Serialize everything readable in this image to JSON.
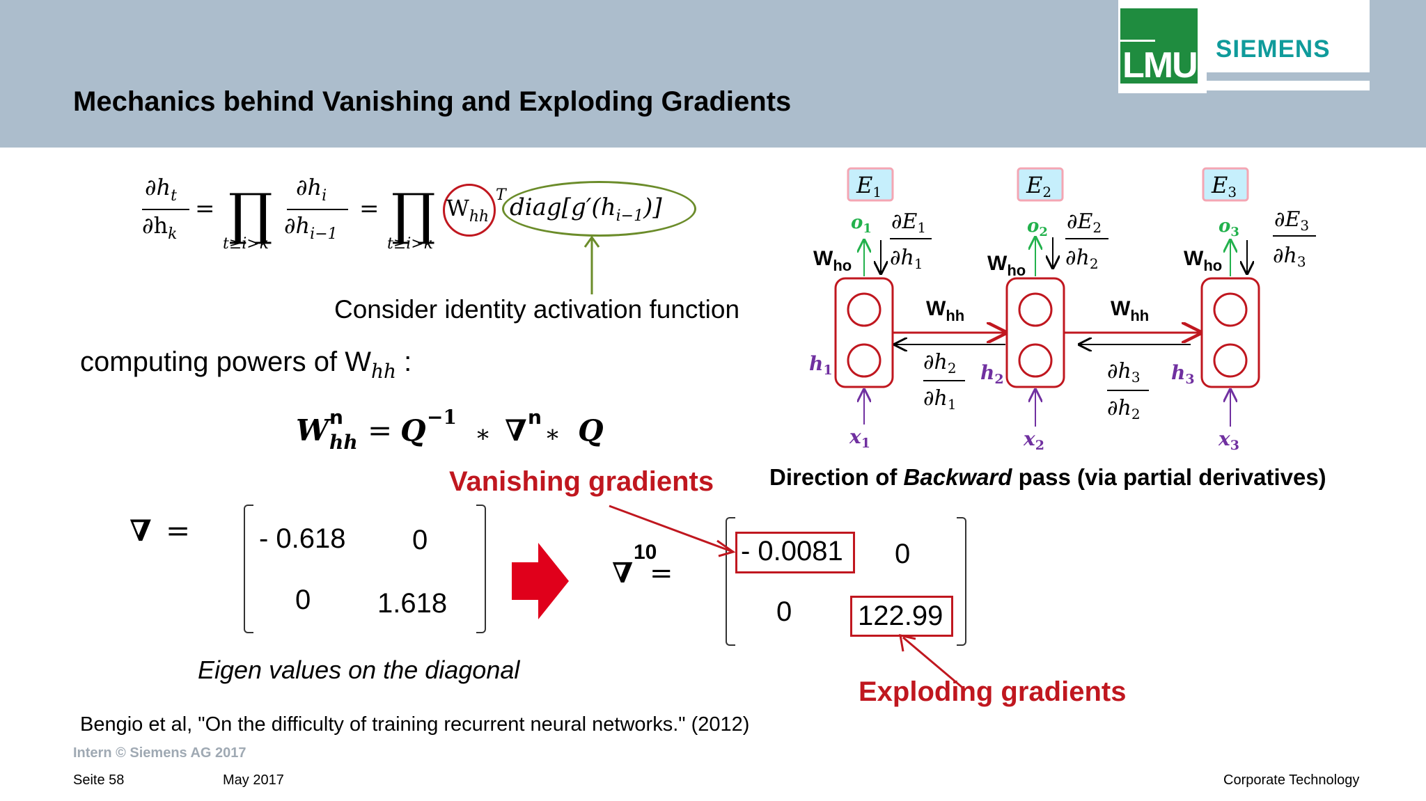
{
  "header": {
    "title": "Mechanics behind Vanishing and Exploding Gradients",
    "logo_left": "LMU",
    "logo_right": "SIEMENS"
  },
  "equation": {
    "note": "Consider identity activation function",
    "w_hh": "W",
    "w_hh_sub": "hh",
    "transpose": "T",
    "diag": "diag[g′(h",
    "diag_sub": "i−1",
    "diag_close": ")]",
    "prod_range": "t≥i>k"
  },
  "powers": {
    "label": "computing powers of W",
    "label_sub": "hh",
    "label_colon": " :"
  },
  "matrix_left": {
    "a11": "- 0.618",
    "a12": "0",
    "a21": "0",
    "a22": "1.618",
    "caption": "Eigen values on the diagonal"
  },
  "matrix_right": {
    "exponent": "10",
    "a11": "- 0.0081",
    "a12": "0",
    "a21": "0",
    "a22": "122.99"
  },
  "labels": {
    "vanishing": "Vanishing gradients",
    "exploding": "Exploding gradients",
    "backward_prefix": "Direction of ",
    "backward_em": "Backward",
    "backward_suffix": " pass (via partial derivatives)",
    "reference": "Bengio et al, \"On the difficulty of training recurrent neural networks.\" (2012)"
  },
  "diagram": {
    "errors": [
      "E",
      "E",
      "E"
    ],
    "indices": [
      "1",
      "2",
      "3"
    ],
    "who": "W",
    "who_sub": "ho",
    "whh": "W",
    "whh_sub": "hh",
    "hidden": "h",
    "output": "o",
    "input": "x"
  },
  "footer": {
    "intern": "Intern © Siemens AG 2017",
    "page": "Seite 58",
    "date": "May 2017",
    "department": "Corporate Technology"
  },
  "colors": {
    "header_band": "#acbdcc",
    "accent_red": "#c0171f",
    "olive": "#6b8c2a",
    "purple": "#7030a0",
    "green": "#22b14c",
    "siemens_teal": "#0f9b9b",
    "lmu_green": "#1f8c3f"
  }
}
